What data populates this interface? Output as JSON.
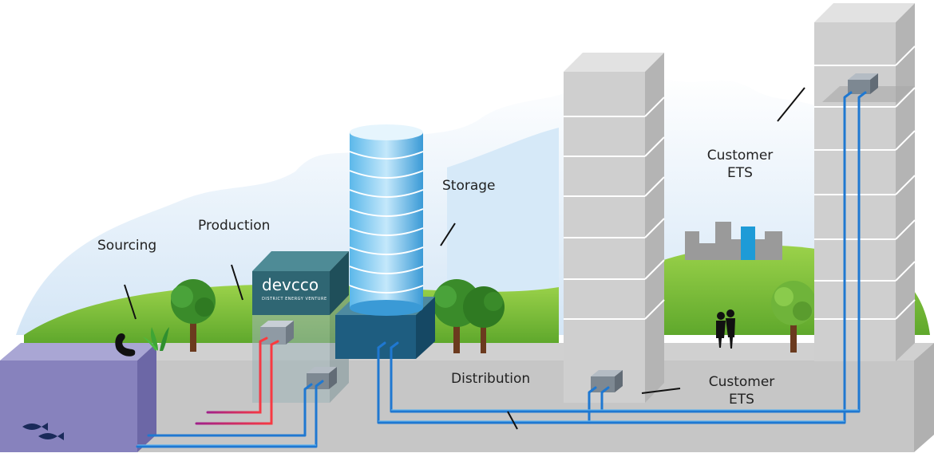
{
  "labels": {
    "sourcing": "Sourcing",
    "production": "Production",
    "storage": "Storage",
    "distribution": "Distribution",
    "customer_top_line1": "Customer",
    "customer_top_line2": "ETS",
    "customer_mid_line1": "Customer",
    "customer_mid_line2": "ETS"
  },
  "logo": {
    "name": "devcco",
    "tagline": "DISTRICT ENERGY VENTURE"
  },
  "colors": {
    "sky": "#d5e8f7",
    "hill": "#8cc63f",
    "ground": "#c8c8c8",
    "water": "#8b87c0",
    "pipe_cold": "#1f78d1",
    "pipe_hot": "#e53935",
    "plant": "#2e6b7a",
    "storage_tank": "#4aa8e0"
  }
}
